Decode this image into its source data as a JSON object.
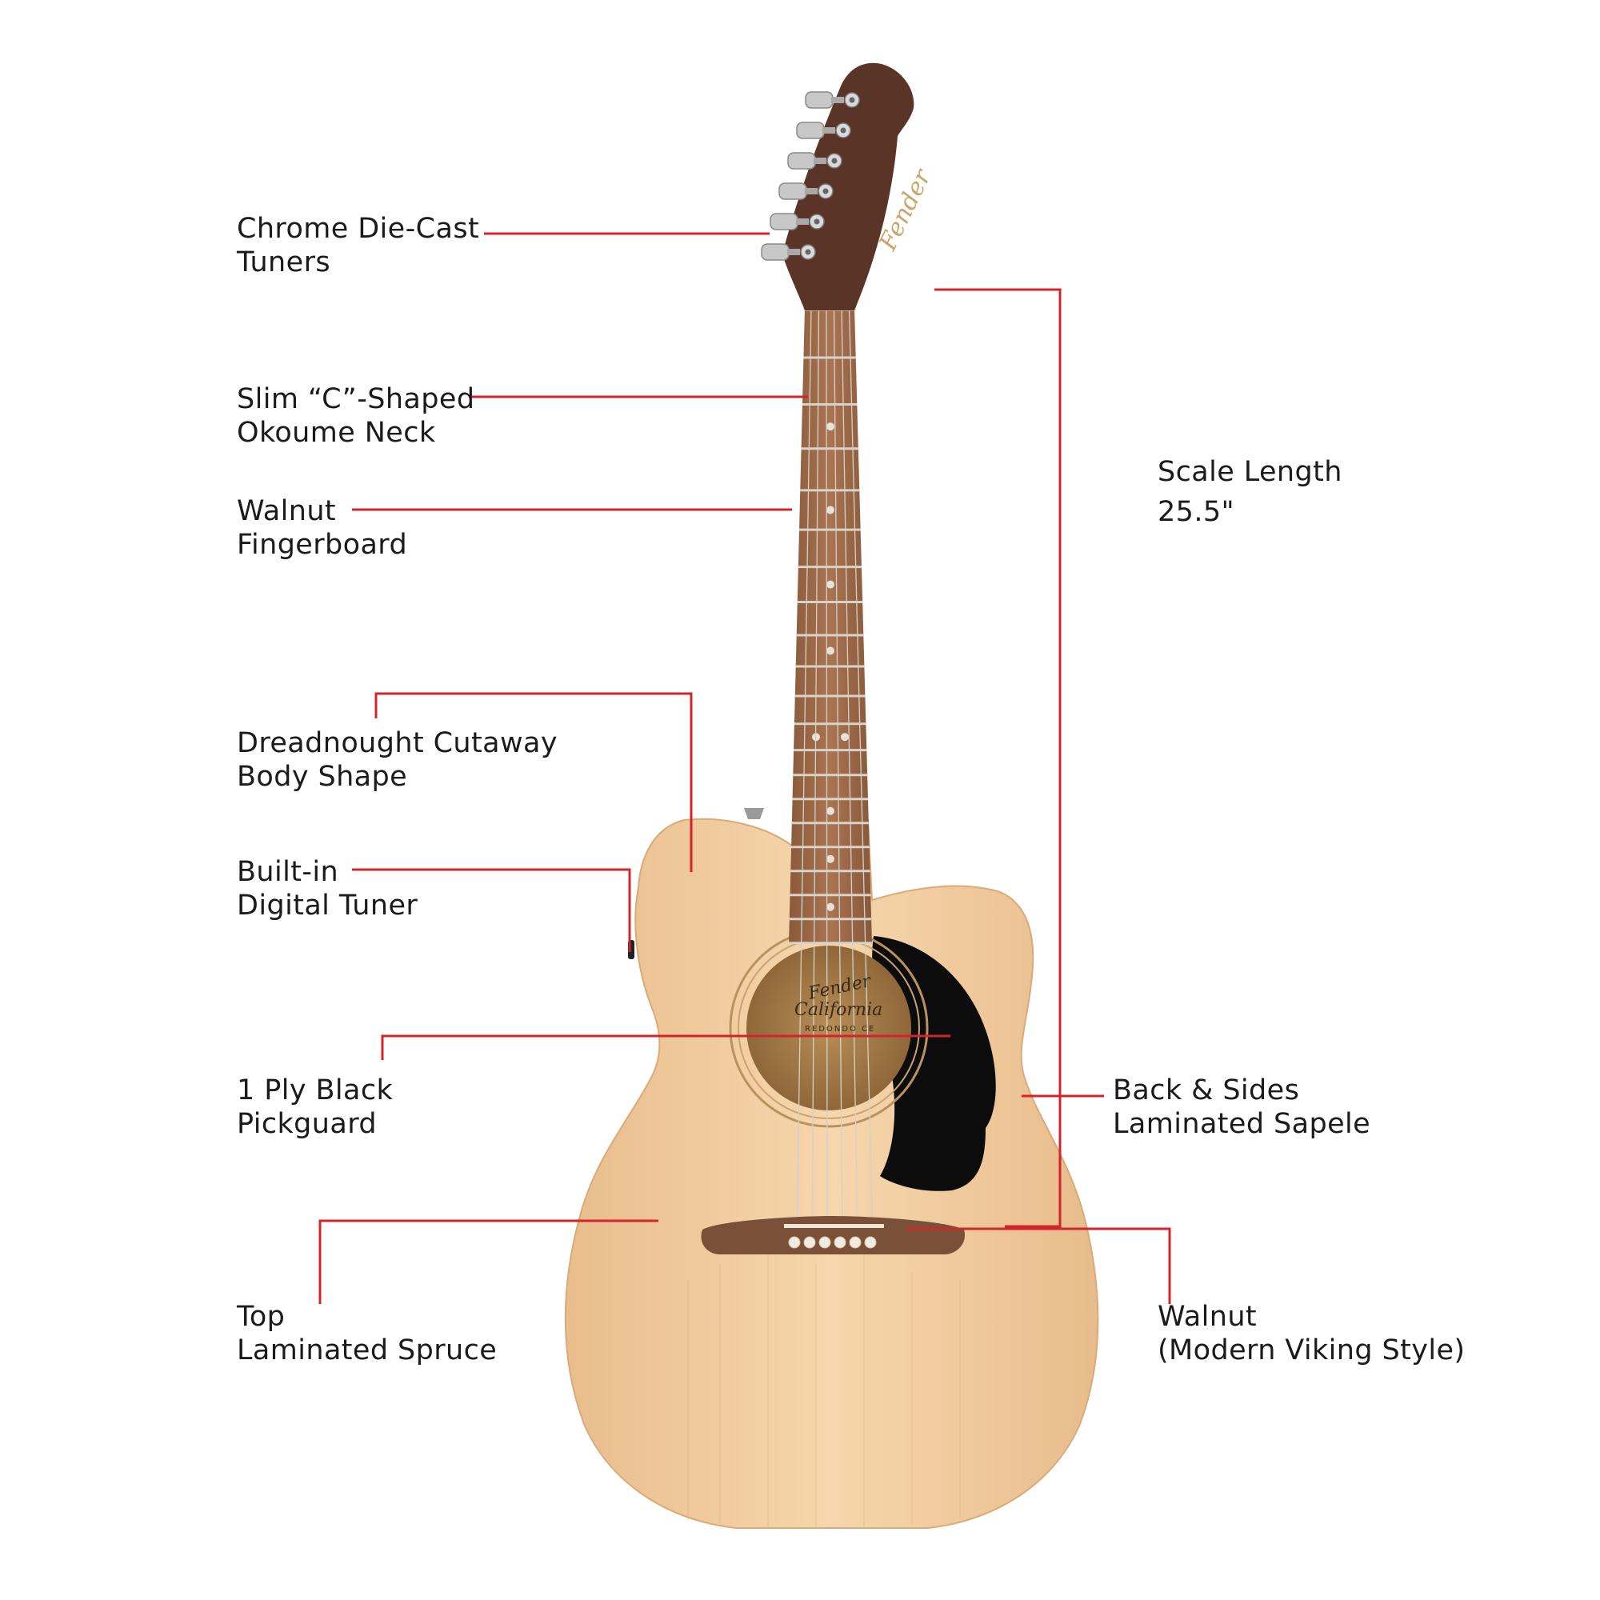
{
  "colors": {
    "leader": "#d4242b",
    "text": "#1b1b1b",
    "top_wood": "#efc89c",
    "neck_wood": "#a06c48",
    "headstock": "#5a3527",
    "pickguard": "#0c0c0c",
    "bridge": "#7a5138"
  },
  "logos": {
    "headstock": "Fender",
    "label_brand": "Fender",
    "label_model": "California",
    "label_series": "REDONDO CE"
  },
  "labels": {
    "tuners": {
      "line1": "Chrome Die-Cast",
      "line2": "Tuners"
    },
    "neck": {
      "line1": "Slim “C”-Shaped",
      "line2": "Okoume Neck"
    },
    "fingerboard": {
      "line1": "Walnut",
      "line2": "Fingerboard"
    },
    "body_shape": {
      "line1": "Dreadnought Cutaway",
      "line2": "Body Shape"
    },
    "tuner": {
      "line1": "Built-in",
      "line2": "Digital Tuner"
    },
    "pickguard": {
      "line1": "1 Ply Black",
      "line2": "Pickguard"
    },
    "top": {
      "line1": "Top",
      "line2": "Laminated Spruce"
    },
    "scale": {
      "line1": "Scale Length",
      "line2": "25.5\""
    },
    "back_sides": {
      "line1": "Back & Sides",
      "line2": "Laminated Sapele"
    },
    "bridge": {
      "line1": "Walnut",
      "line2": "(Modern Viking Style)"
    }
  }
}
